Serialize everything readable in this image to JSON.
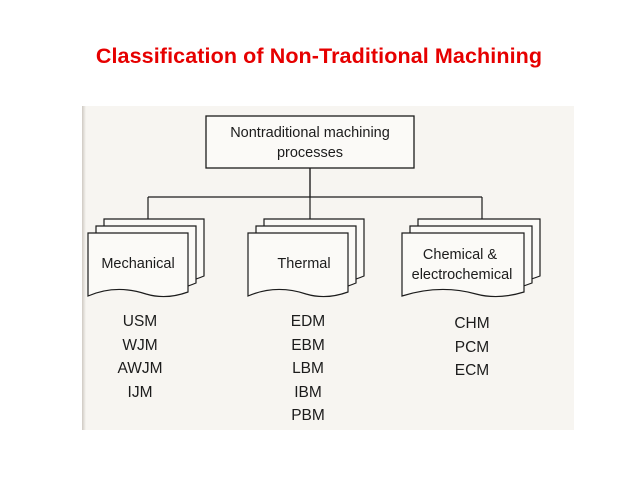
{
  "title": "Classification of Non-Traditional Machining",
  "root": {
    "line1": "Nontraditional machining",
    "line2": "processes"
  },
  "categories": [
    {
      "label": "Mechanical",
      "processes": [
        "USM",
        "WJM",
        "AWJM",
        "IJM"
      ]
    },
    {
      "label": "Thermal",
      "processes": [
        "EDM",
        "EBM",
        "LBM",
        "IBM",
        "PBM"
      ]
    },
    {
      "label_line1": "Chemical &",
      "label_line2": "electrochemical",
      "processes": [
        "CHM",
        "PCM",
        "ECM"
      ]
    }
  ],
  "colors": {
    "title": "#e60000",
    "ink": "#1c1c1c",
    "paper": "#f7f5f1"
  }
}
